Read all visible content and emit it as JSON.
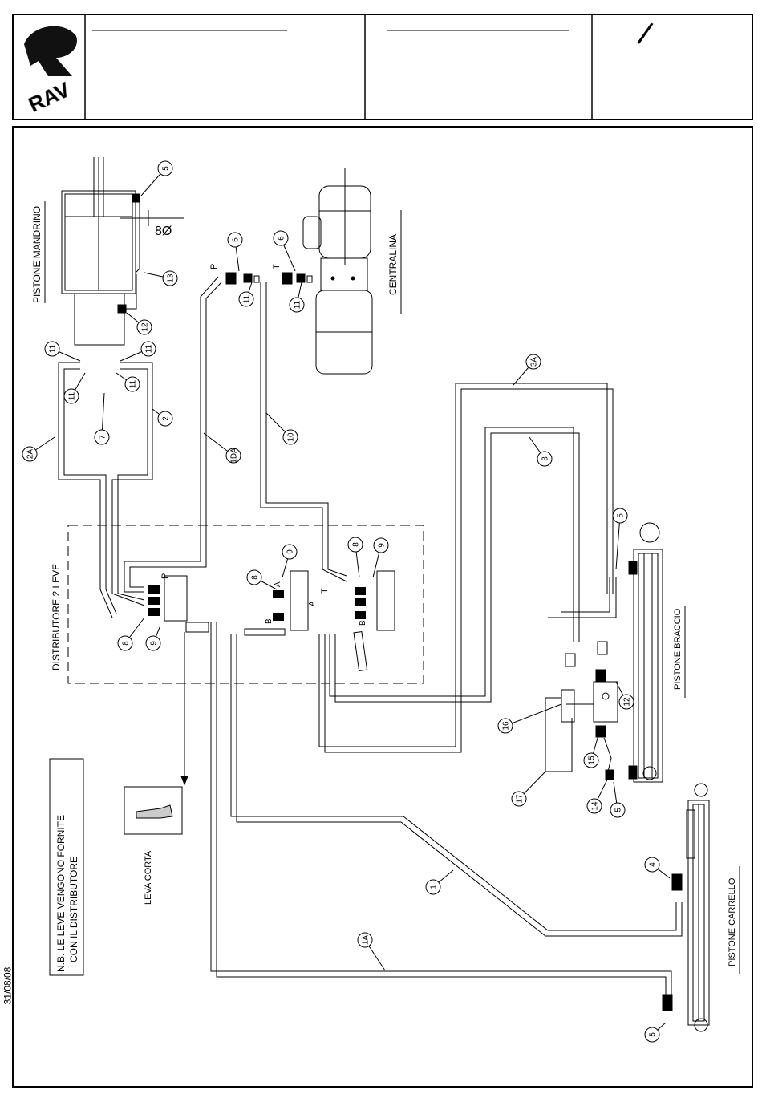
{
  "title_block": {
    "logo_text": "RAV",
    "revision_mark": "/"
  },
  "date": "31/08/08",
  "labels": {
    "pistone_mandrino": "PISTONE MANDRINO",
    "centralina": "CENTRALINA",
    "distributore": "DISTRIBUTORE 2 LEVE",
    "pistone_braccio": "PISTONE BRACCIO",
    "pistone_carrello": "PISTONE CARRELLO",
    "leva_corta": "LEVA CORTA",
    "note_line1": "N.B. LE LEVE VENGONO FORNITE",
    "note_line2": "CON IL DISTRIBUTORE",
    "diameter": "8Ø",
    "port_p1": "P",
    "port_t1": "T",
    "port_p2": "P",
    "port_t2": "T",
    "port_a1": "A",
    "port_b1": "B",
    "port_a2": "A",
    "port_b2": "B"
  },
  "callouts": [
    "5",
    "6",
    "6",
    "11",
    "11",
    "13",
    "12",
    "11",
    "11",
    "11",
    "11",
    "7",
    "2",
    "2A",
    "1DA",
    "10",
    "3A",
    "3",
    "5",
    "9",
    "8",
    "9",
    "8",
    "8",
    "9",
    "16",
    "12",
    "15",
    "14",
    "5",
    "17",
    "1",
    "4",
    "1A",
    "5"
  ]
}
